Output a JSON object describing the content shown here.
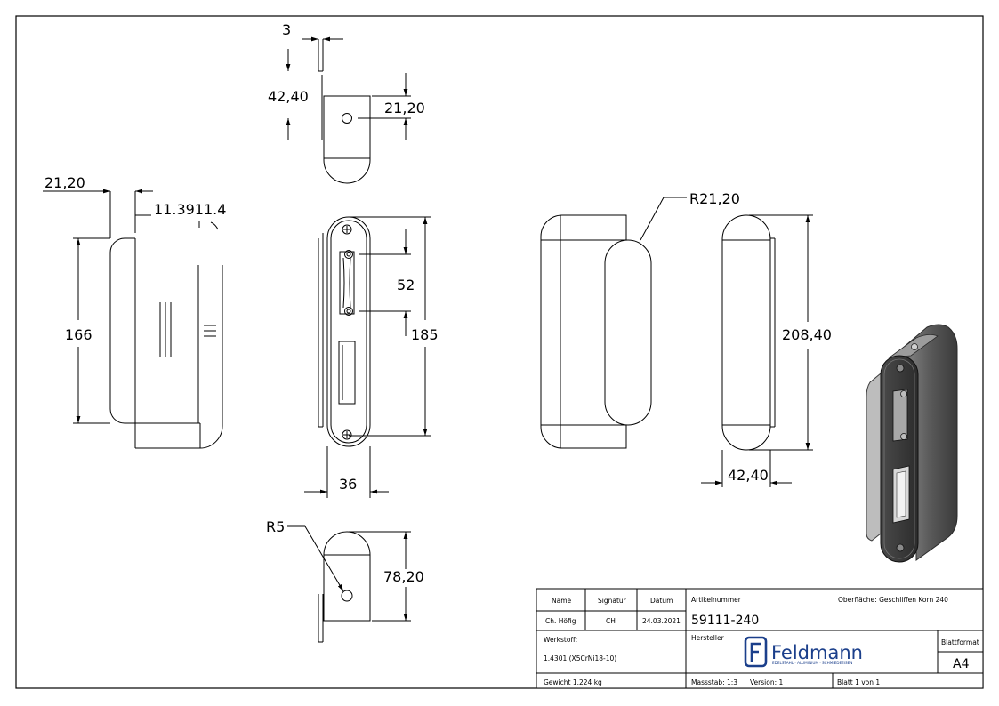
{
  "dimensions": {
    "top_thickness": "3",
    "top_height": "42,40",
    "top_hole_offset": "21,20",
    "left_width": "21,20",
    "left_small": "11.3911.4",
    "left_height": "166",
    "hole_spacing": "52",
    "plate_height": "185",
    "plate_width": "36",
    "radius_bottom": "R5",
    "bottom_height": "78,20",
    "radius_side": "R21,20",
    "side_height": "208,40",
    "side_depth": "42,40"
  },
  "title_block": {
    "header_name": "Name",
    "header_signature": "Signatur",
    "header_date": "Datum",
    "name": "Ch. Höfig",
    "signature": "CH",
    "date": "24.03.2021",
    "article_label": "Artikelnummer",
    "article_number": "59111-240",
    "surface": "Oberfläche:  Geschliffen Korn 240",
    "material_label": "Werkstoff:",
    "material": "1.4301 (X5CrNi18-10)",
    "manufacturer_label": "Hersteller",
    "logo_word": "Feldmann",
    "logo_tagline": "EDELSTAHL · ALUMINIUM · SCHMIEDEEISEN",
    "sheet_format_label": "Blattformat",
    "sheet_format": "A4",
    "weight": "Gewicht 1.224 kg",
    "scale": "Massstab: 1:3",
    "version": "Version: 1",
    "sheet": "Blatt 1 von 1"
  },
  "colors": {
    "line": "#000000",
    "logo_blue": "#1b3f8b",
    "iso_dark": "#3a3a3a",
    "iso_mid": "#6e6e6e",
    "iso_light": "#9a9a9a"
  }
}
